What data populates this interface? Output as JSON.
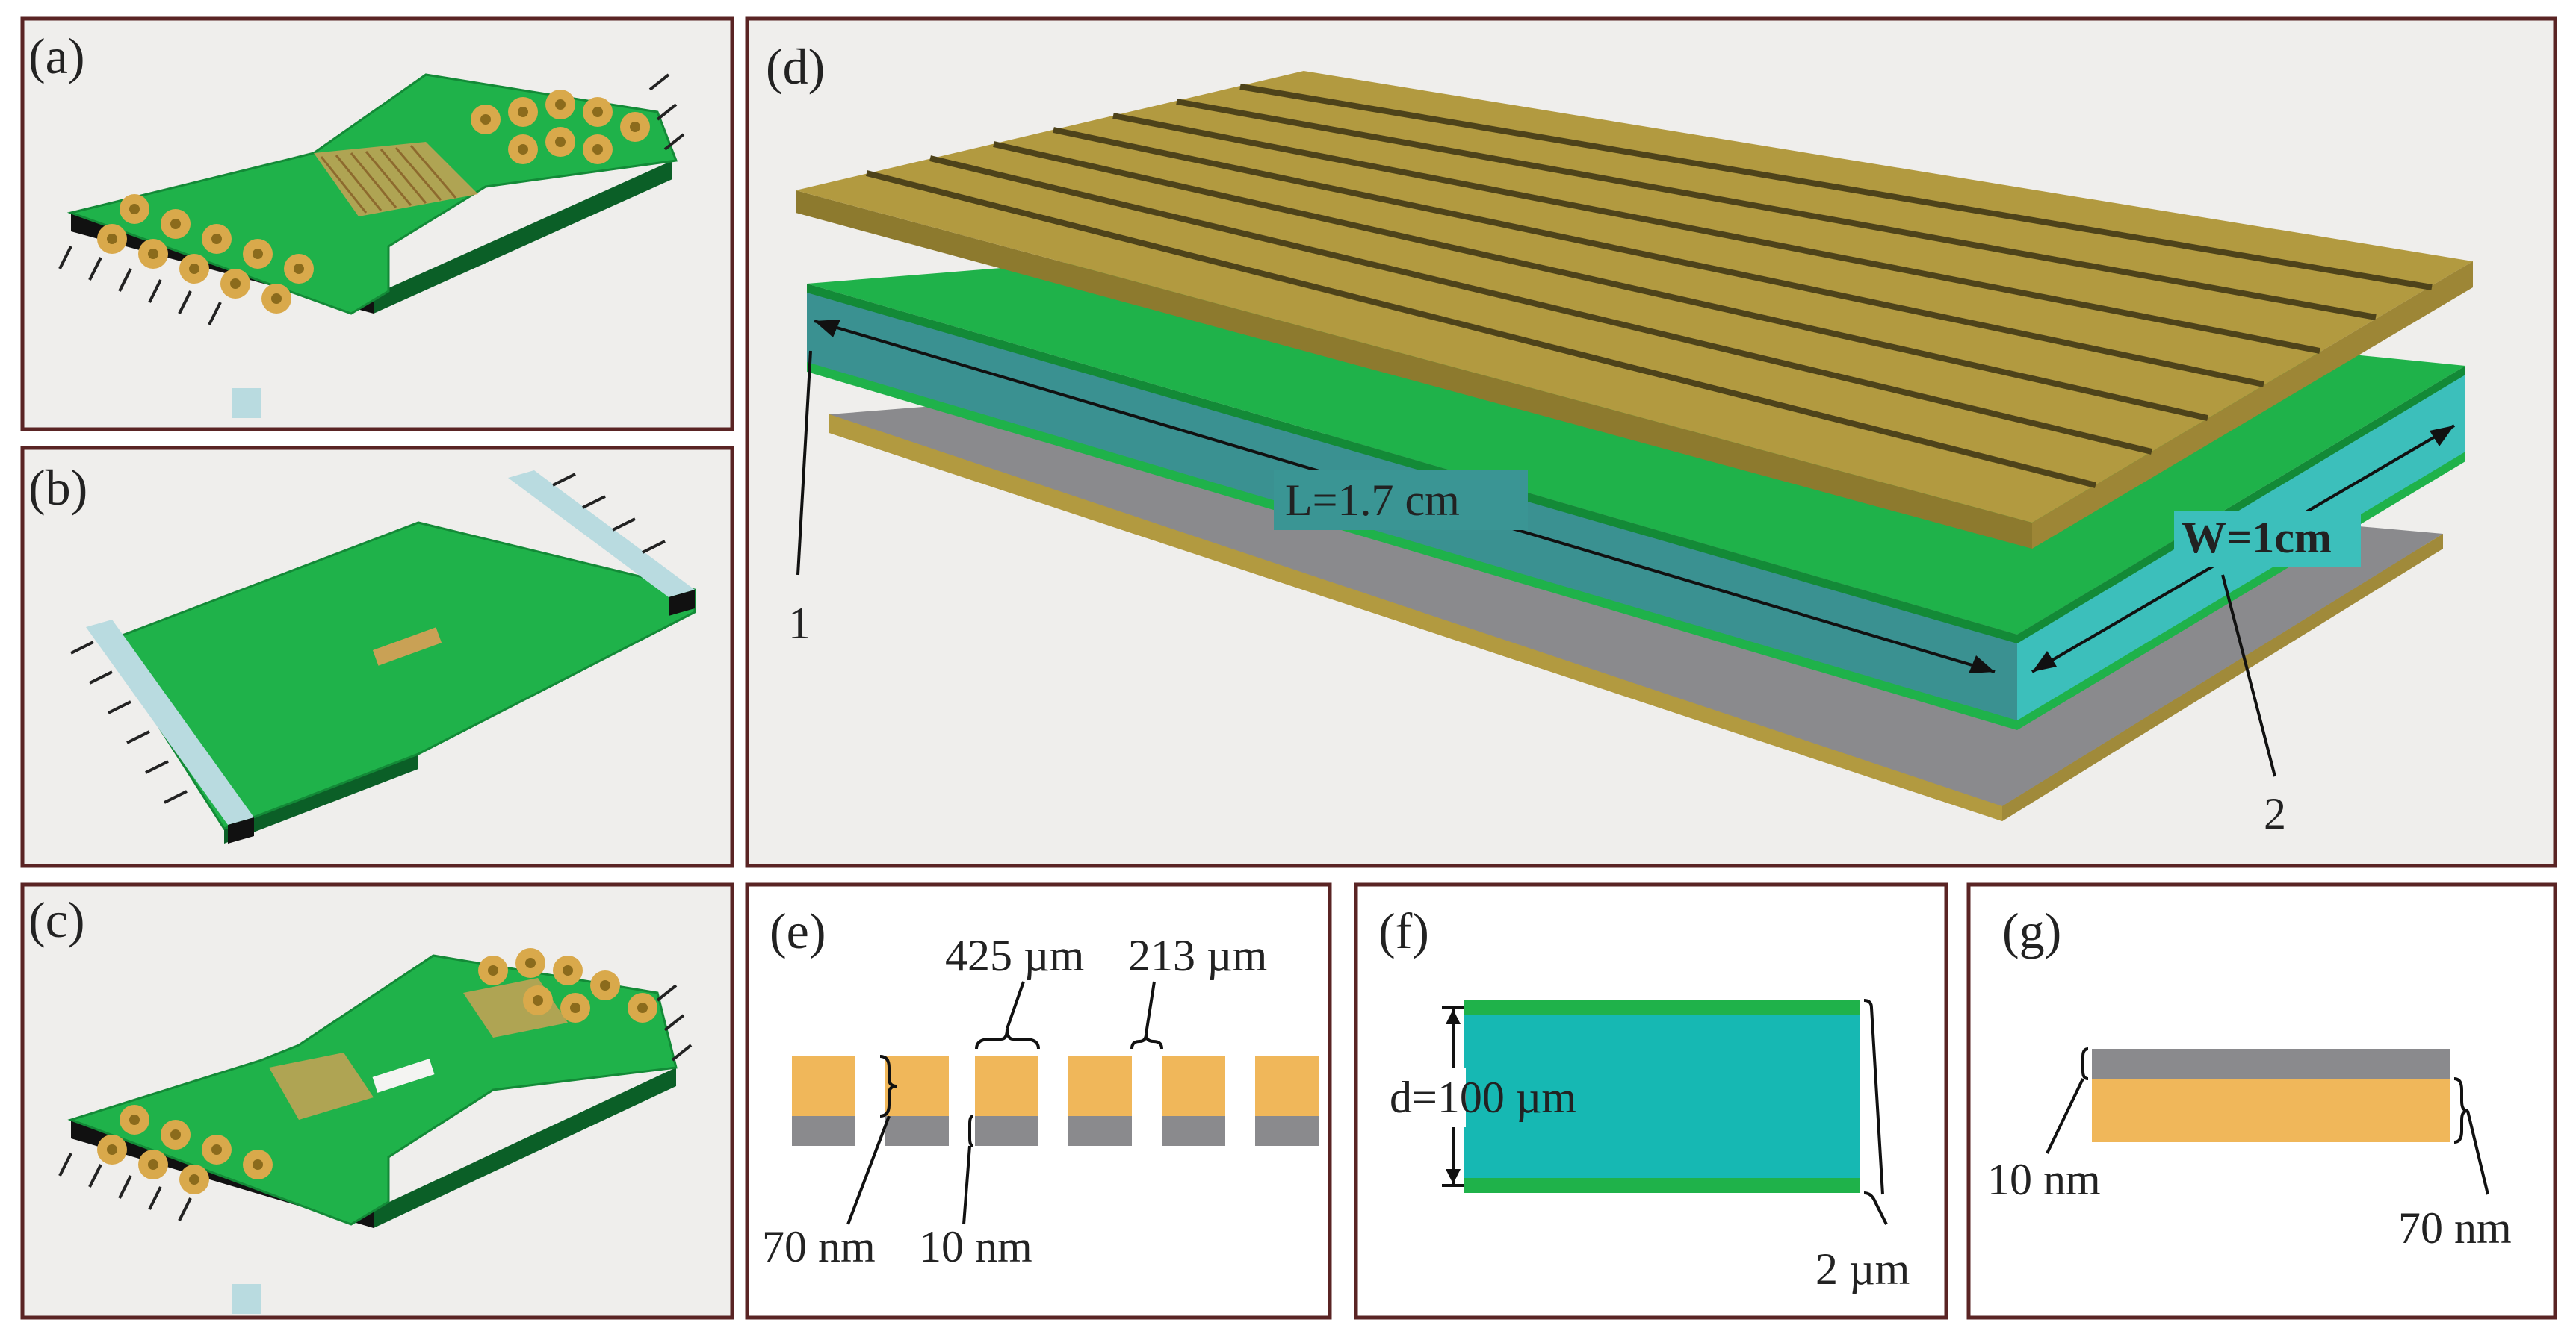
{
  "panels": {
    "a": {
      "label": "(a)"
    },
    "b": {
      "label": "(b)"
    },
    "c": {
      "label": "(c)"
    },
    "d": {
      "label": "(d)",
      "length_label": "L=1.7 cm",
      "width_label": "W=1cm",
      "marker_1": "1",
      "marker_2": "2"
    },
    "e": {
      "label": "(e)",
      "electrode_width": "425 µm",
      "gap_width": "213 µm",
      "gold_thickness": "70 nm",
      "adhesion_thickness": "10 nm"
    },
    "f": {
      "label": "(f)",
      "substrate_thickness": "d=100 µm",
      "coating_thickness": "2 µm"
    },
    "g": {
      "label": "(g)",
      "adhesion_thickness": "10 nm",
      "gold_thickness": "70 nm"
    }
  },
  "colors": {
    "pcb_green": "#1fb24a",
    "gold": "#b29a40",
    "gold_light": "#f0b75a",
    "teal": "#16b8b3",
    "gray": "#8a8a8d",
    "frame": "#5a2424"
  }
}
